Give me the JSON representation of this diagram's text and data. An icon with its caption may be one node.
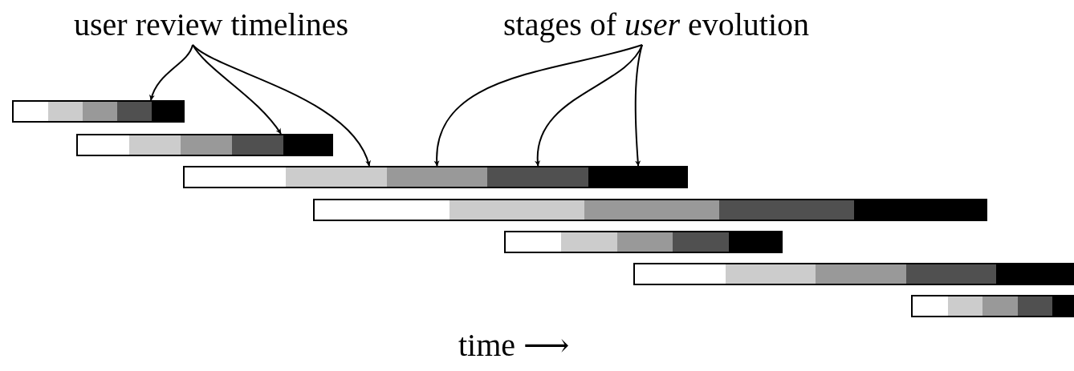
{
  "diagram": {
    "nodes": [
      {
        "text": [
          "user review timelines"
        ]
      },
      {
        "text": [
          "stages of *user* evolution"
        ]
      },
      {
        "text": [],
        "shape": "bar"
      },
      {
        "text": [],
        "shape": "box",
        "in": 2
      },
      {
        "text": [],
        "shape": "box",
        "in": 2
      },
      {
        "text": [],
        "shape": "box",
        "in": 2
      },
      {
        "text": [],
        "shape": "box",
        "in": 2
      },
      {
        "text": [],
        "shape": "box",
        "in": 2
      },
      {
        "text": [],
        "shape": "bar"
      },
      {
        "text": [],
        "shape": "box",
        "in": 8
      },
      {
        "text": [],
        "shape": "box",
        "in": 8
      },
      {
        "text": [],
        "shape": "box",
        "in": 8
      },
      {
        "text": [],
        "shape": "box",
        "in": 8
      },
      {
        "text": [],
        "shape": "box",
        "in": 8
      },
      {
        "text": [],
        "shape": "bar"
      },
      {
        "text": [],
        "shape": "box",
        "in": 14
      },
      {
        "text": [],
        "shape": "box",
        "in": 14
      },
      {
        "text": [],
        "shape": "box",
        "in": 14
      },
      {
        "text": [],
        "shape": "box",
        "in": 14
      },
      {
        "text": [],
        "shape": "box",
        "in": 14
      },
      {
        "text": [],
        "shape": "bar"
      },
      {
        "text": [],
        "shape": "box",
        "in": 20
      },
      {
        "text": [],
        "shape": "box",
        "in": 20
      },
      {
        "text": [],
        "shape": "box",
        "in": 20
      },
      {
        "text": [],
        "shape": "box",
        "in": 20
      },
      {
        "text": [],
        "shape": "box",
        "in": 20
      },
      {
        "text": [],
        "shape": "bar"
      },
      {
        "text": [],
        "shape": "box",
        "in": 26
      },
      {
        "text": [],
        "shape": "box",
        "in": 26
      },
      {
        "text": [],
        "shape": "box",
        "in": 26
      },
      {
        "text": [],
        "shape": "box",
        "in": 26
      },
      {
        "text": [],
        "shape": "box",
        "in": 26
      },
      {
        "text": [],
        "shape": "bar"
      },
      {
        "text": [],
        "shape": "box",
        "in": 32
      },
      {
        "text": [],
        "shape": "box",
        "in": 32
      },
      {
        "text": [],
        "shape": "box",
        "in": 32
      },
      {
        "text": [],
        "shape": "box",
        "in": 32
      },
      {
        "text": [],
        "shape": "box",
        "in": 32
      },
      {
        "text": [],
        "shape": "bar"
      },
      {
        "text": [],
        "shape": "box",
        "in": 38
      },
      {
        "text": [],
        "shape": "box",
        "in": 38
      },
      {
        "text": [],
        "shape": "box",
        "in": 38
      },
      {
        "text": [],
        "shape": "box",
        "in": 38
      },
      {
        "text": [],
        "shape": "box",
        "in": 38
      }
    ],
    "edges": [
      {
        "from": 0,
        "to": 2,
        "arrow": "to"
      },
      {
        "from": 0,
        "to": 8,
        "arrow": "to"
      },
      {
        "from": 0,
        "to": 14,
        "arrow": "to"
      },
      {
        "from": 1,
        "to": 17,
        "arrow": "to"
      },
      {
        "from": 1,
        "to": 18,
        "arrow": "to"
      },
      {
        "from": 1,
        "to": 19,
        "arrow": "to"
      }
    ],
    "labels": [
      "time ⟶"
    ]
  }
}
